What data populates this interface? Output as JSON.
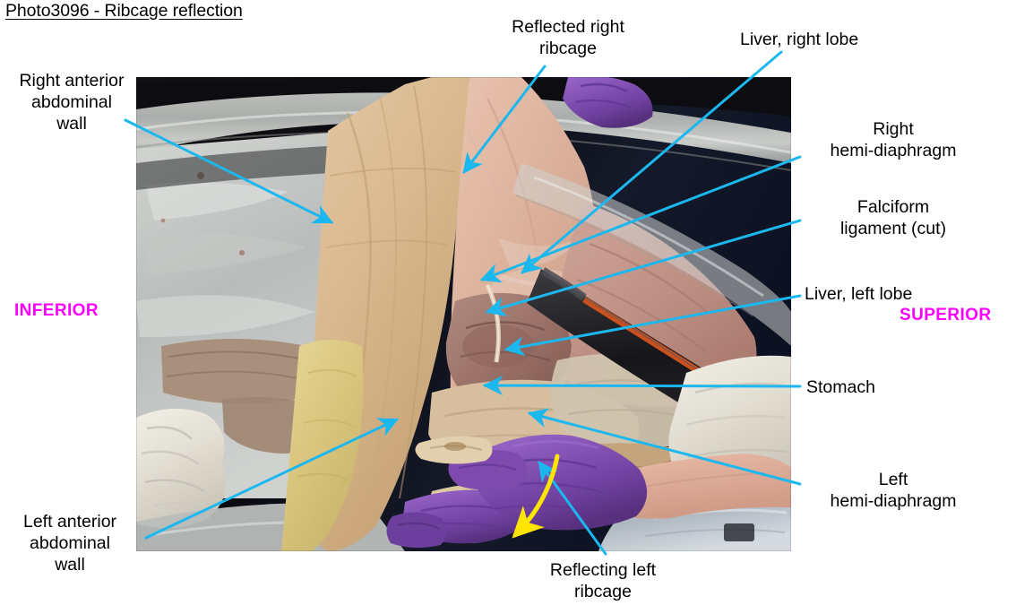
{
  "title": "Photo3096 - Ribcage reflection",
  "colors": {
    "leader": "#1bb8ef",
    "orientation": "#ff00ff",
    "motion_arrow": "#ffe500",
    "text": "#000000",
    "background": "#ffffff"
  },
  "orientation_markers": [
    {
      "name": "inferior",
      "text": "INFERIOR"
    },
    {
      "name": "superior",
      "text": "SUPERIOR"
    }
  ],
  "labels": {
    "right_anterior_abdominal_wall": "Right anterior\nabdominal\nwall",
    "reflected_right_ribcage": "Reflected right\nribcage",
    "liver_right_lobe": "Liver, right lobe",
    "right_hemi_diaphragm": "Right\nhemi-diaphragm",
    "falciform_ligament_cut": "Falciform\nligament (cut)",
    "liver_left_lobe": "Liver, left lobe",
    "stomach": "Stomach",
    "left_hemi_diaphragm": "Left\nhemi-diaphragm",
    "left_anterior_abdominal_wall": "Left anterior\nabdominal\nwall",
    "reflecting_left_ribcage": "Reflecting left\nribcage"
  },
  "photo": {
    "caption": "Cadaveric dissection of anterior thorax and upper abdomen with reflected ribcage, gloved hands reflecting left ribcage"
  }
}
